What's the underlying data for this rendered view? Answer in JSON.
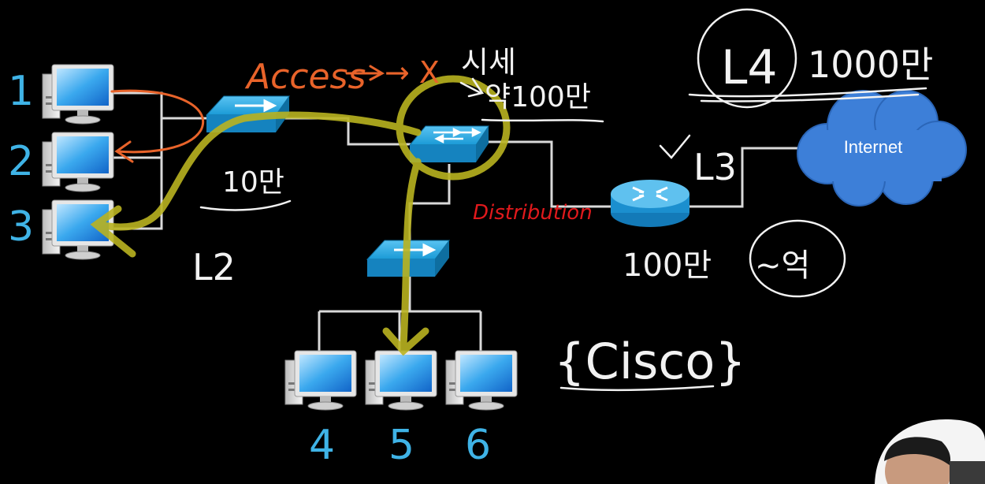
{
  "cloud": {
    "label": "Internet"
  },
  "pc_numbers": [
    "1",
    "2",
    "3",
    "4",
    "5",
    "6"
  ],
  "annotations": {
    "access": "Access",
    "arrow_x": "→ X",
    "price_top_1": "시세",
    "price_top_2": "약100만",
    "price_switch": "10만",
    "layer_l2": "L2",
    "layer_l3": "L3",
    "l4_label": "L4",
    "l4_price": "1000만",
    "distribution": "Distribution",
    "router_price": "100만",
    "router_approx": "~억",
    "cisco": "{Cisco}"
  },
  "colors": {
    "background": "#000000",
    "cable": "#d9d9d9",
    "device_blue": "#1a9ad6",
    "highlight": "#b9b320",
    "orange_ink": "#e8632a",
    "blue_ink": "#3fb3e6",
    "red_ink": "#e0191c",
    "white_ink": "#f2f2f2",
    "cloud": "#3d7fd8"
  },
  "icons": [
    "computer-icon",
    "switch-icon",
    "multilayer-switch-icon",
    "router-icon",
    "cloud-icon",
    "presenter-avatar"
  ]
}
